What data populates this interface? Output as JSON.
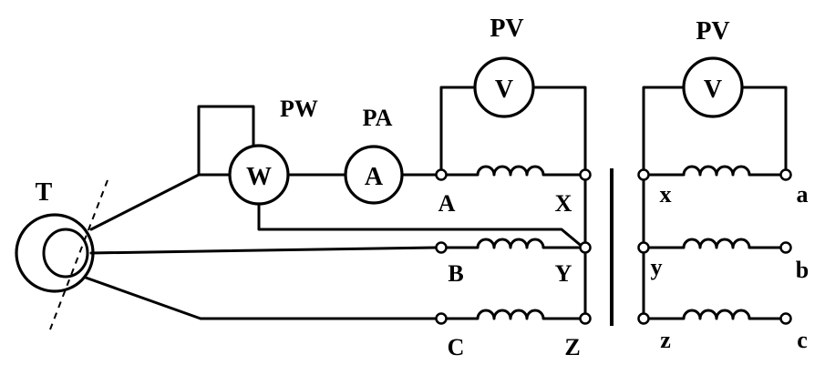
{
  "labels": {
    "source": "T",
    "wattmeter": "PW",
    "ammeter": "PA",
    "voltmeter_primary": "PV",
    "voltmeter_secondary": "PV"
  },
  "meters": {
    "wattmeter_symbol": "W",
    "ammeter_symbol": "A",
    "voltmeter_primary_symbol": "V",
    "voltmeter_secondary_symbol": "V"
  },
  "terminals": {
    "primary_start": [
      "A",
      "B",
      "C"
    ],
    "primary_end": [
      "X",
      "Y",
      "Z"
    ],
    "secondary_start": [
      "x",
      "y",
      "z"
    ],
    "secondary_end": [
      "a",
      "b",
      "c"
    ]
  }
}
